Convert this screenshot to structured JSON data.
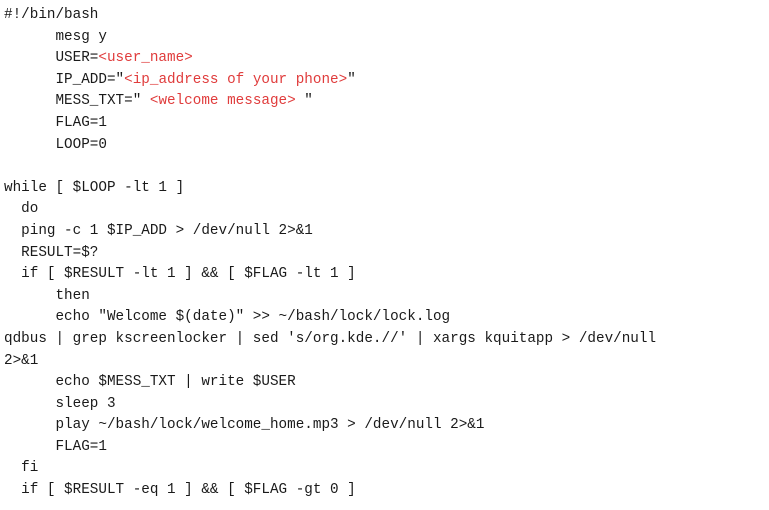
{
  "colors": {
    "text": "#1a1a1a",
    "placeholder": "#e03c3c",
    "background": "#ffffff"
  },
  "lines": [
    [
      {
        "t": "#!/bin/bash"
      }
    ],
    [
      {
        "t": "      mesg y"
      }
    ],
    [
      {
        "t": "      USER="
      },
      {
        "t": "<user_name>",
        "red": true
      }
    ],
    [
      {
        "t": "      IP_ADD=\""
      },
      {
        "t": "<ip_address of your phone>",
        "red": true
      },
      {
        "t": "\""
      }
    ],
    [
      {
        "t": "      MESS_TXT=\" "
      },
      {
        "t": "<welcome message>",
        "red": true
      },
      {
        "t": " \""
      }
    ],
    [
      {
        "t": "      FLAG=1"
      }
    ],
    [
      {
        "t": "      LOOP=0"
      }
    ],
    [
      {
        "t": ""
      }
    ],
    [
      {
        "t": "while [ $LOOP -lt 1 ]"
      }
    ],
    [
      {
        "t": "  do"
      }
    ],
    [
      {
        "t": "  ping -c 1 $IP_ADD > /dev/null 2>&1"
      }
    ],
    [
      {
        "t": "  RESULT=$?"
      }
    ],
    [
      {
        "t": "  if [ $RESULT -lt 1 ] && [ $FLAG -lt 1 ]"
      }
    ],
    [
      {
        "t": "      then"
      }
    ],
    [
      {
        "t": "      echo \"Welcome $(date)\" >> ~/bash/lock/lock.log"
      }
    ],
    [
      {
        "t": "qdbus | grep kscreenlocker | sed 's/org.kde.//' | xargs kquitapp > /dev/null"
      }
    ],
    [
      {
        "t": "2>&1"
      }
    ],
    [
      {
        "t": "      echo $MESS_TXT | write $USER"
      }
    ],
    [
      {
        "t": "      sleep 3"
      }
    ],
    [
      {
        "t": "      play ~/bash/lock/welcome_home.mp3 > /dev/null 2>&1"
      }
    ],
    [
      {
        "t": "      FLAG=1"
      }
    ],
    [
      {
        "t": "  fi"
      }
    ],
    [
      {
        "t": "  if [ $RESULT -eq 1 ] && [ $FLAG -gt 0 ]"
      }
    ]
  ]
}
